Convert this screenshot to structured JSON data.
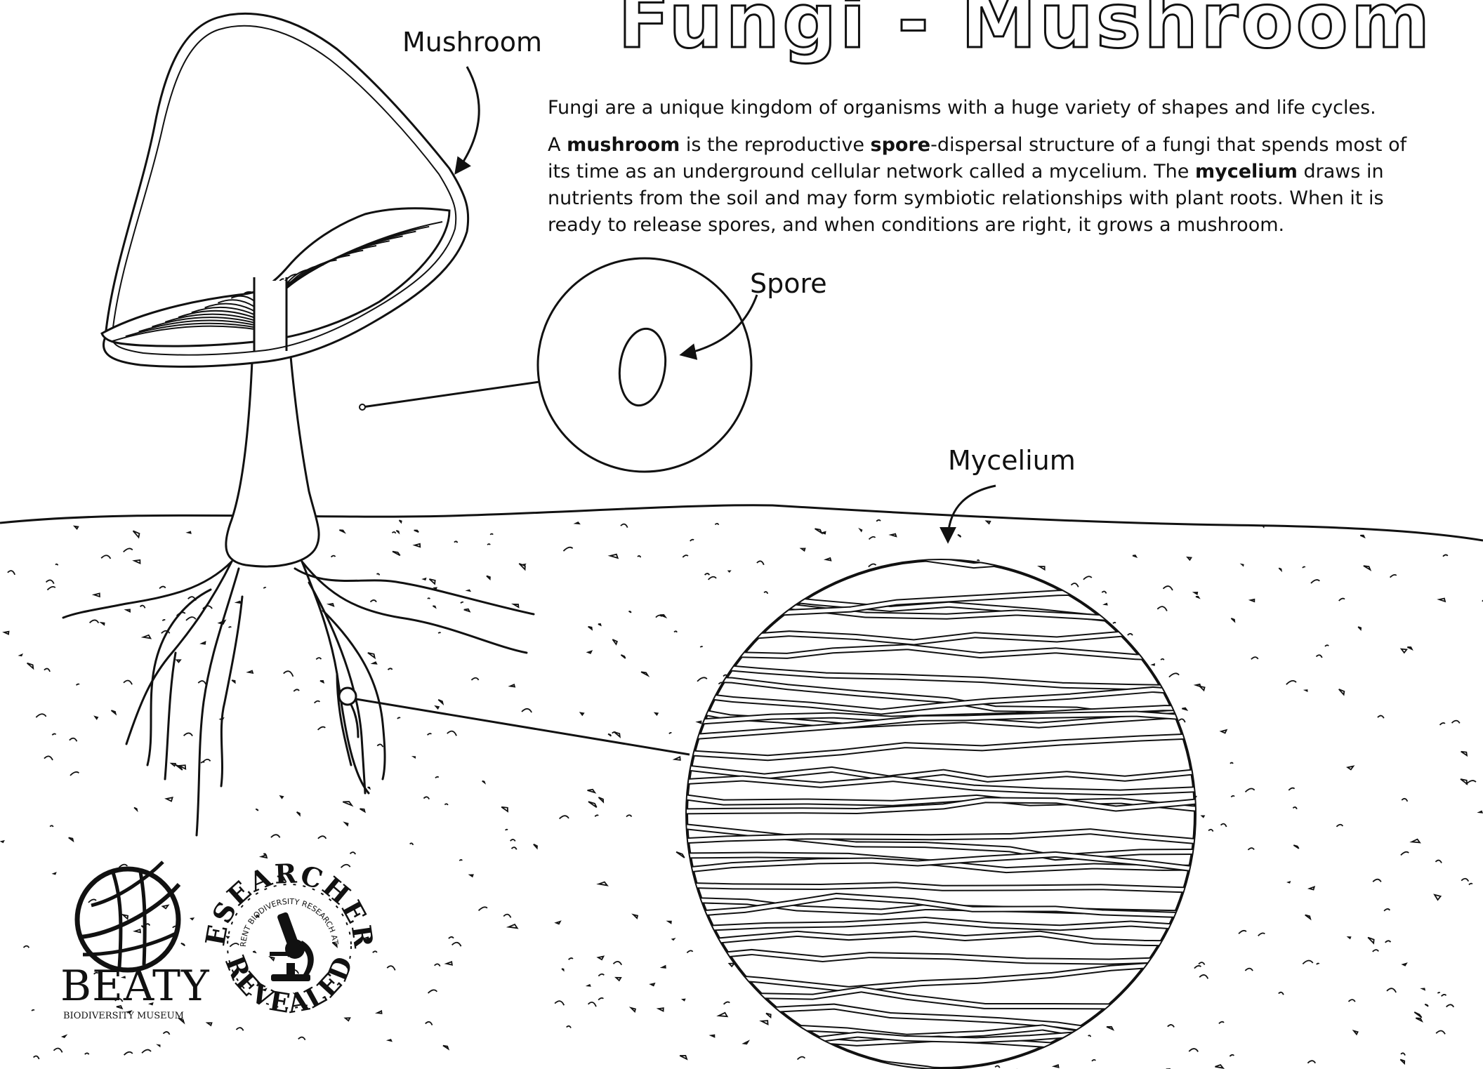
{
  "title": "Fungi - Mushroom",
  "intro": {
    "line1": "Fungi are a unique kingdom of organisms with a huge variety of shapes and life cycles.",
    "p2_a": "A ",
    "p2_mushroom": "mushroom",
    "p2_b": " is the reproductive ",
    "p2_spore": "spore",
    "p2_c": "-dispersal structure of a fungi that spends most of its time as an underground cellular network called a mycelium. The ",
    "p2_mycelium": "mycelium",
    "p2_d": " draws in nutrients from the soil and may form symbiotic relationships with plant roots. When it is ready to release spores, and when conditions are right, it grows a mushroom."
  },
  "labels": {
    "mushroom": "Mushroom",
    "spore": "Spore",
    "mycelium": "Mycelium"
  },
  "logos": {
    "beaty_name": "BEATY",
    "beaty_sub": "BIODIVERSITY MUSEUM",
    "researchers_top": "RESEARCHERS",
    "researchers_bottom": "REVEALED",
    "researchers_inner": "CURRENT BIODIVERSITY RESEARCH AT UBC"
  },
  "colors": {
    "line": "#111111",
    "background": "#ffffff"
  }
}
